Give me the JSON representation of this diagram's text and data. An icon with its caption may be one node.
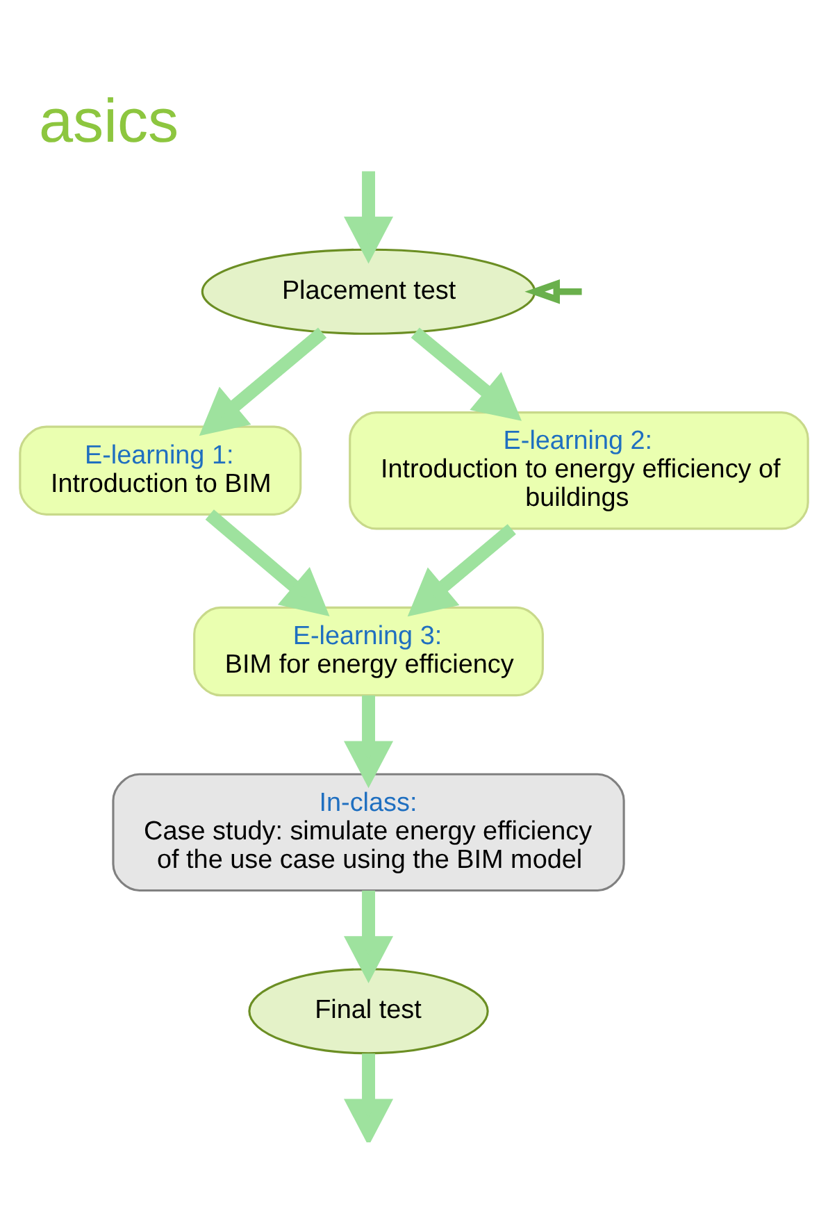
{
  "diagram": {
    "title": "asics",
    "nodes": [
      {
        "text": [
          "Placement test"
        ]
      },
      {
        "text": [
          "E-learning 1:",
          "Introduction to BIM"
        ]
      },
      {
        "text": [
          "E-learning 2:",
          "Introduction to energy efficiency of buildings"
        ]
      },
      {
        "text": [
          "E-learning 3:",
          "BIM for energy efficiency"
        ]
      },
      {
        "text": [
          "In-class:",
          "Case study: simulate energy efficiency of the use case using the BIM model"
        ]
      },
      {
        "text": [
          "Final test"
        ]
      }
    ],
    "edges": [
      {
        "from": null,
        "to": 0,
        "arrow": "to"
      },
      {
        "from": null,
        "to": 0,
        "arrow": "to",
        "color": "#6ab04c"
      },
      {
        "from": 0,
        "to": 1,
        "arrow": "to"
      },
      {
        "from": 0,
        "to": 2,
        "arrow": "to"
      },
      {
        "from": 1,
        "to": 3,
        "arrow": "to"
      },
      {
        "from": 2,
        "to": 3,
        "arrow": "to"
      },
      {
        "from": 3,
        "to": 4,
        "arrow": "to"
      },
      {
        "from": 4,
        "to": 5,
        "arrow": "to"
      },
      {
        "from": 5,
        "to": null,
        "arrow": "to"
      }
    ]
  }
}
